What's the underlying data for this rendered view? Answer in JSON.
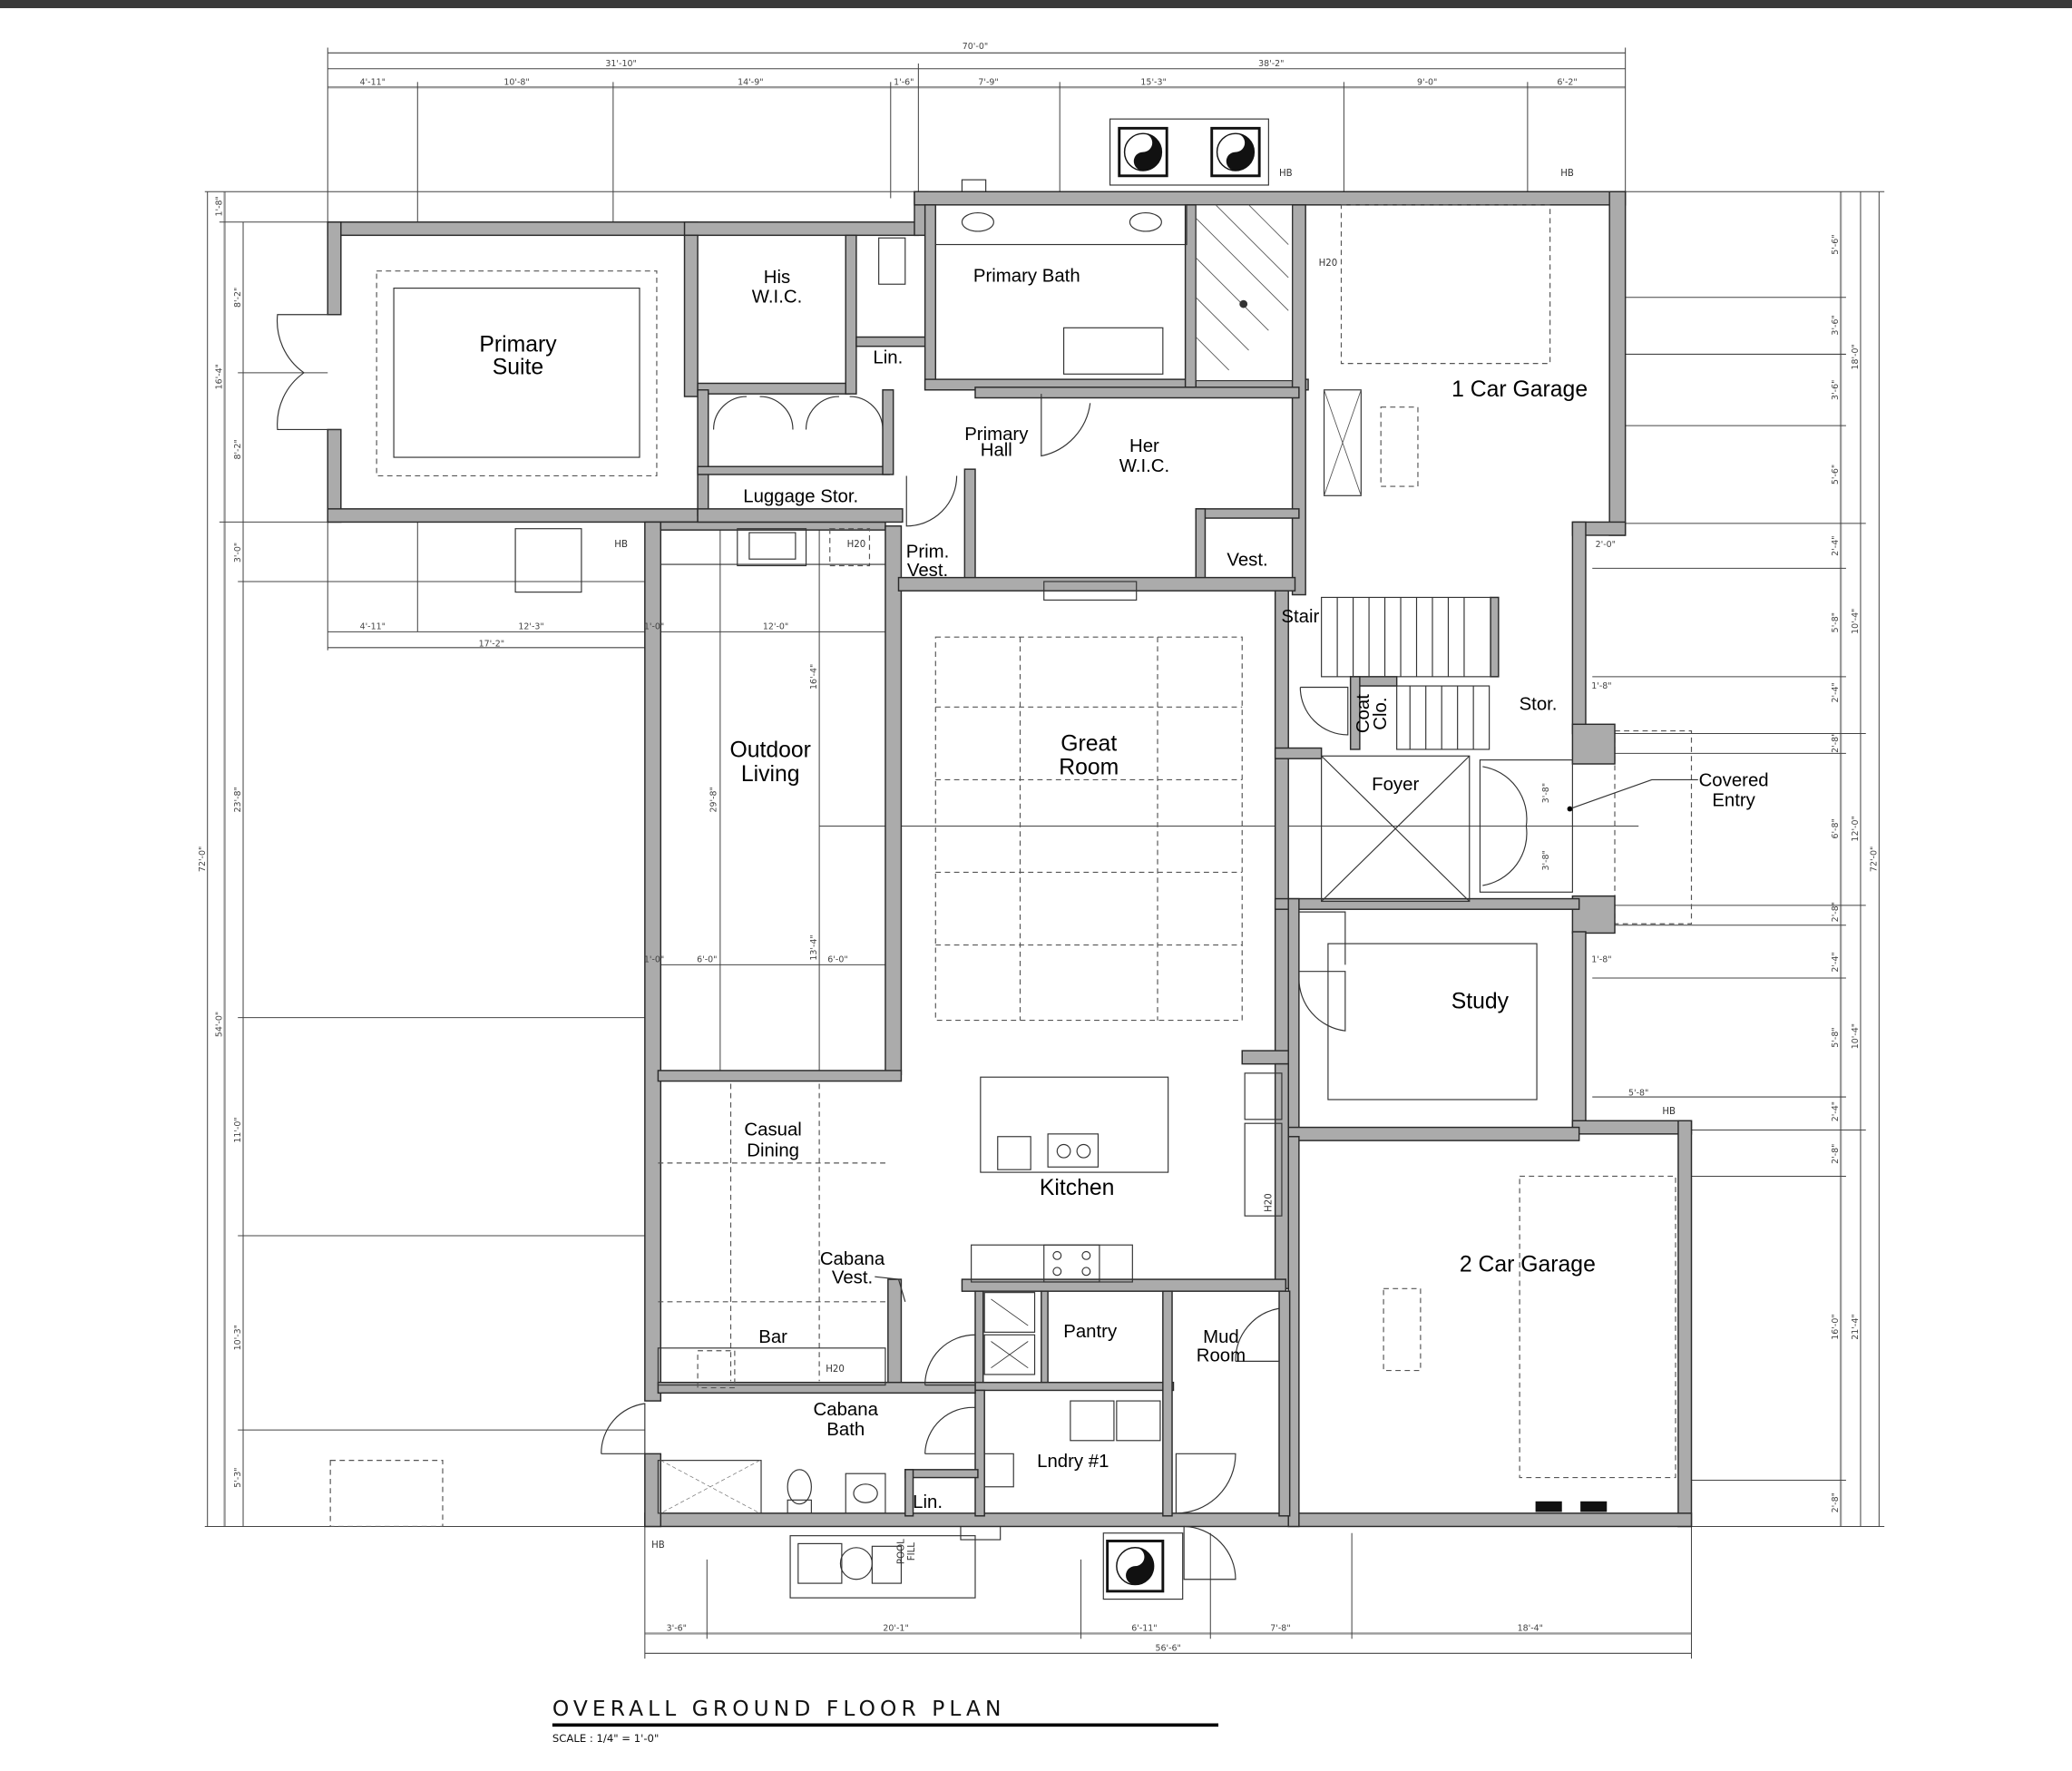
{
  "drawing": {
    "title": "OVERALL GROUND FLOOR PLAN",
    "scale": "SCALE : 1/4\" = 1'-0\""
  },
  "rooms": {
    "primary_suite": [
      "Primary",
      "Suite"
    ],
    "his_wic": [
      "His",
      "W.I.C."
    ],
    "primary_bath": "Primary Bath",
    "lin_upper": "Lin.",
    "one_car_garage": "1 Car Garage",
    "primary_hall": [
      "Primary",
      "Hall"
    ],
    "her_wic": [
      "Her",
      "W.I.C."
    ],
    "luggage_stor": "Luggage Stor.",
    "prim_vest": [
      "Prim.",
      "Vest."
    ],
    "vest": "Vest.",
    "stair": "Stair",
    "outdoor_living": [
      "Outdoor",
      "Living"
    ],
    "great_room": [
      "Great",
      "Room"
    ],
    "coat_clo": [
      "Coat",
      "Clo."
    ],
    "stor": "Stor.",
    "foyer": "Foyer",
    "covered_entry": [
      "Covered",
      "Entry"
    ],
    "study": "Study",
    "casual_dining": [
      "Casual",
      "Dining"
    ],
    "kitchen": "Kitchen",
    "cabana_vest": [
      "Cabana",
      "Vest."
    ],
    "two_car_garage": "2 Car Garage",
    "pantry": "Pantry",
    "mud_room": [
      "Mud",
      "Room"
    ],
    "bar": "Bar",
    "cabana_bath": [
      "Cabana",
      "Bath"
    ],
    "laundry": "Lndry #1",
    "lin_lower": "Lin."
  },
  "fixture_labels": {
    "hose_bib": "HB",
    "water": "H20",
    "pool_fill": [
      "POOL",
      "FILL"
    ]
  },
  "dimensions": {
    "top_overall": "70'-0\"",
    "top_sub": [
      "31'-10\"",
      "38'-2\""
    ],
    "top_detail": [
      "4'-11\"",
      "10'-8\"",
      "14'-9\"",
      "1'-6\"",
      "7'-9\"",
      "15'-3\"",
      "9'-0\"",
      "6'-2\""
    ],
    "left_overall": "72'-0\"",
    "left_sub": [
      "1'-8\"",
      "16'-4\"",
      "54'-0\""
    ],
    "left_detail": [
      "8'-2\"",
      "8'-2\"",
      "3'-0\"",
      "23'-8\"",
      "11'-0\"",
      "10'-3\"",
      "5'-3\""
    ],
    "right_detail": [
      "5'-6\"",
      "3'-6\"",
      "3'-6\"",
      "5'-6\"",
      "2'-4\"",
      "5'-8\"",
      "2'-4\"",
      "2'-8\"",
      "6'-8\"",
      "2'-8\"",
      "2'-4\"",
      "5'-8\"",
      "2'-4\"",
      "2'-8\"",
      "16'-0\"",
      "2'-8\""
    ],
    "right_sub": [
      "18'-0\"",
      "10'-4\"",
      "12'-0\"",
      "10'-4\"",
      "21'-4\""
    ],
    "right_overall": "72'-0\"",
    "bottom_detail": [
      "3'-6\"",
      "20'-1\"",
      "6'-11\"",
      "7'-8\"",
      "18'-4\""
    ],
    "bottom_overall": "56'-6\"",
    "interior": {
      "patio_a": "4'-11\"",
      "patio_b": "12'-3\"",
      "patio_total": "17'-2\"",
      "ol_offset_top": "1'-0\"",
      "ol_width": "12'-0\"",
      "ol_upper": "16'-4\"",
      "ol_length": "29'-8\"",
      "ol_lower": "13'-4\"",
      "ol_offset_bottom": "1'-0\"",
      "ol_half_a": "6'-0\"",
      "ol_half_b": "6'-0\"",
      "garage_jog": "2'-0\"",
      "entry_jog_top": "1'-8\"",
      "entry_jog_bottom": "1'-8\"",
      "study_jog": "5'-8\"",
      "entry_door_a": "3'-8\"",
      "entry_door_b": "3'-8\""
    }
  }
}
